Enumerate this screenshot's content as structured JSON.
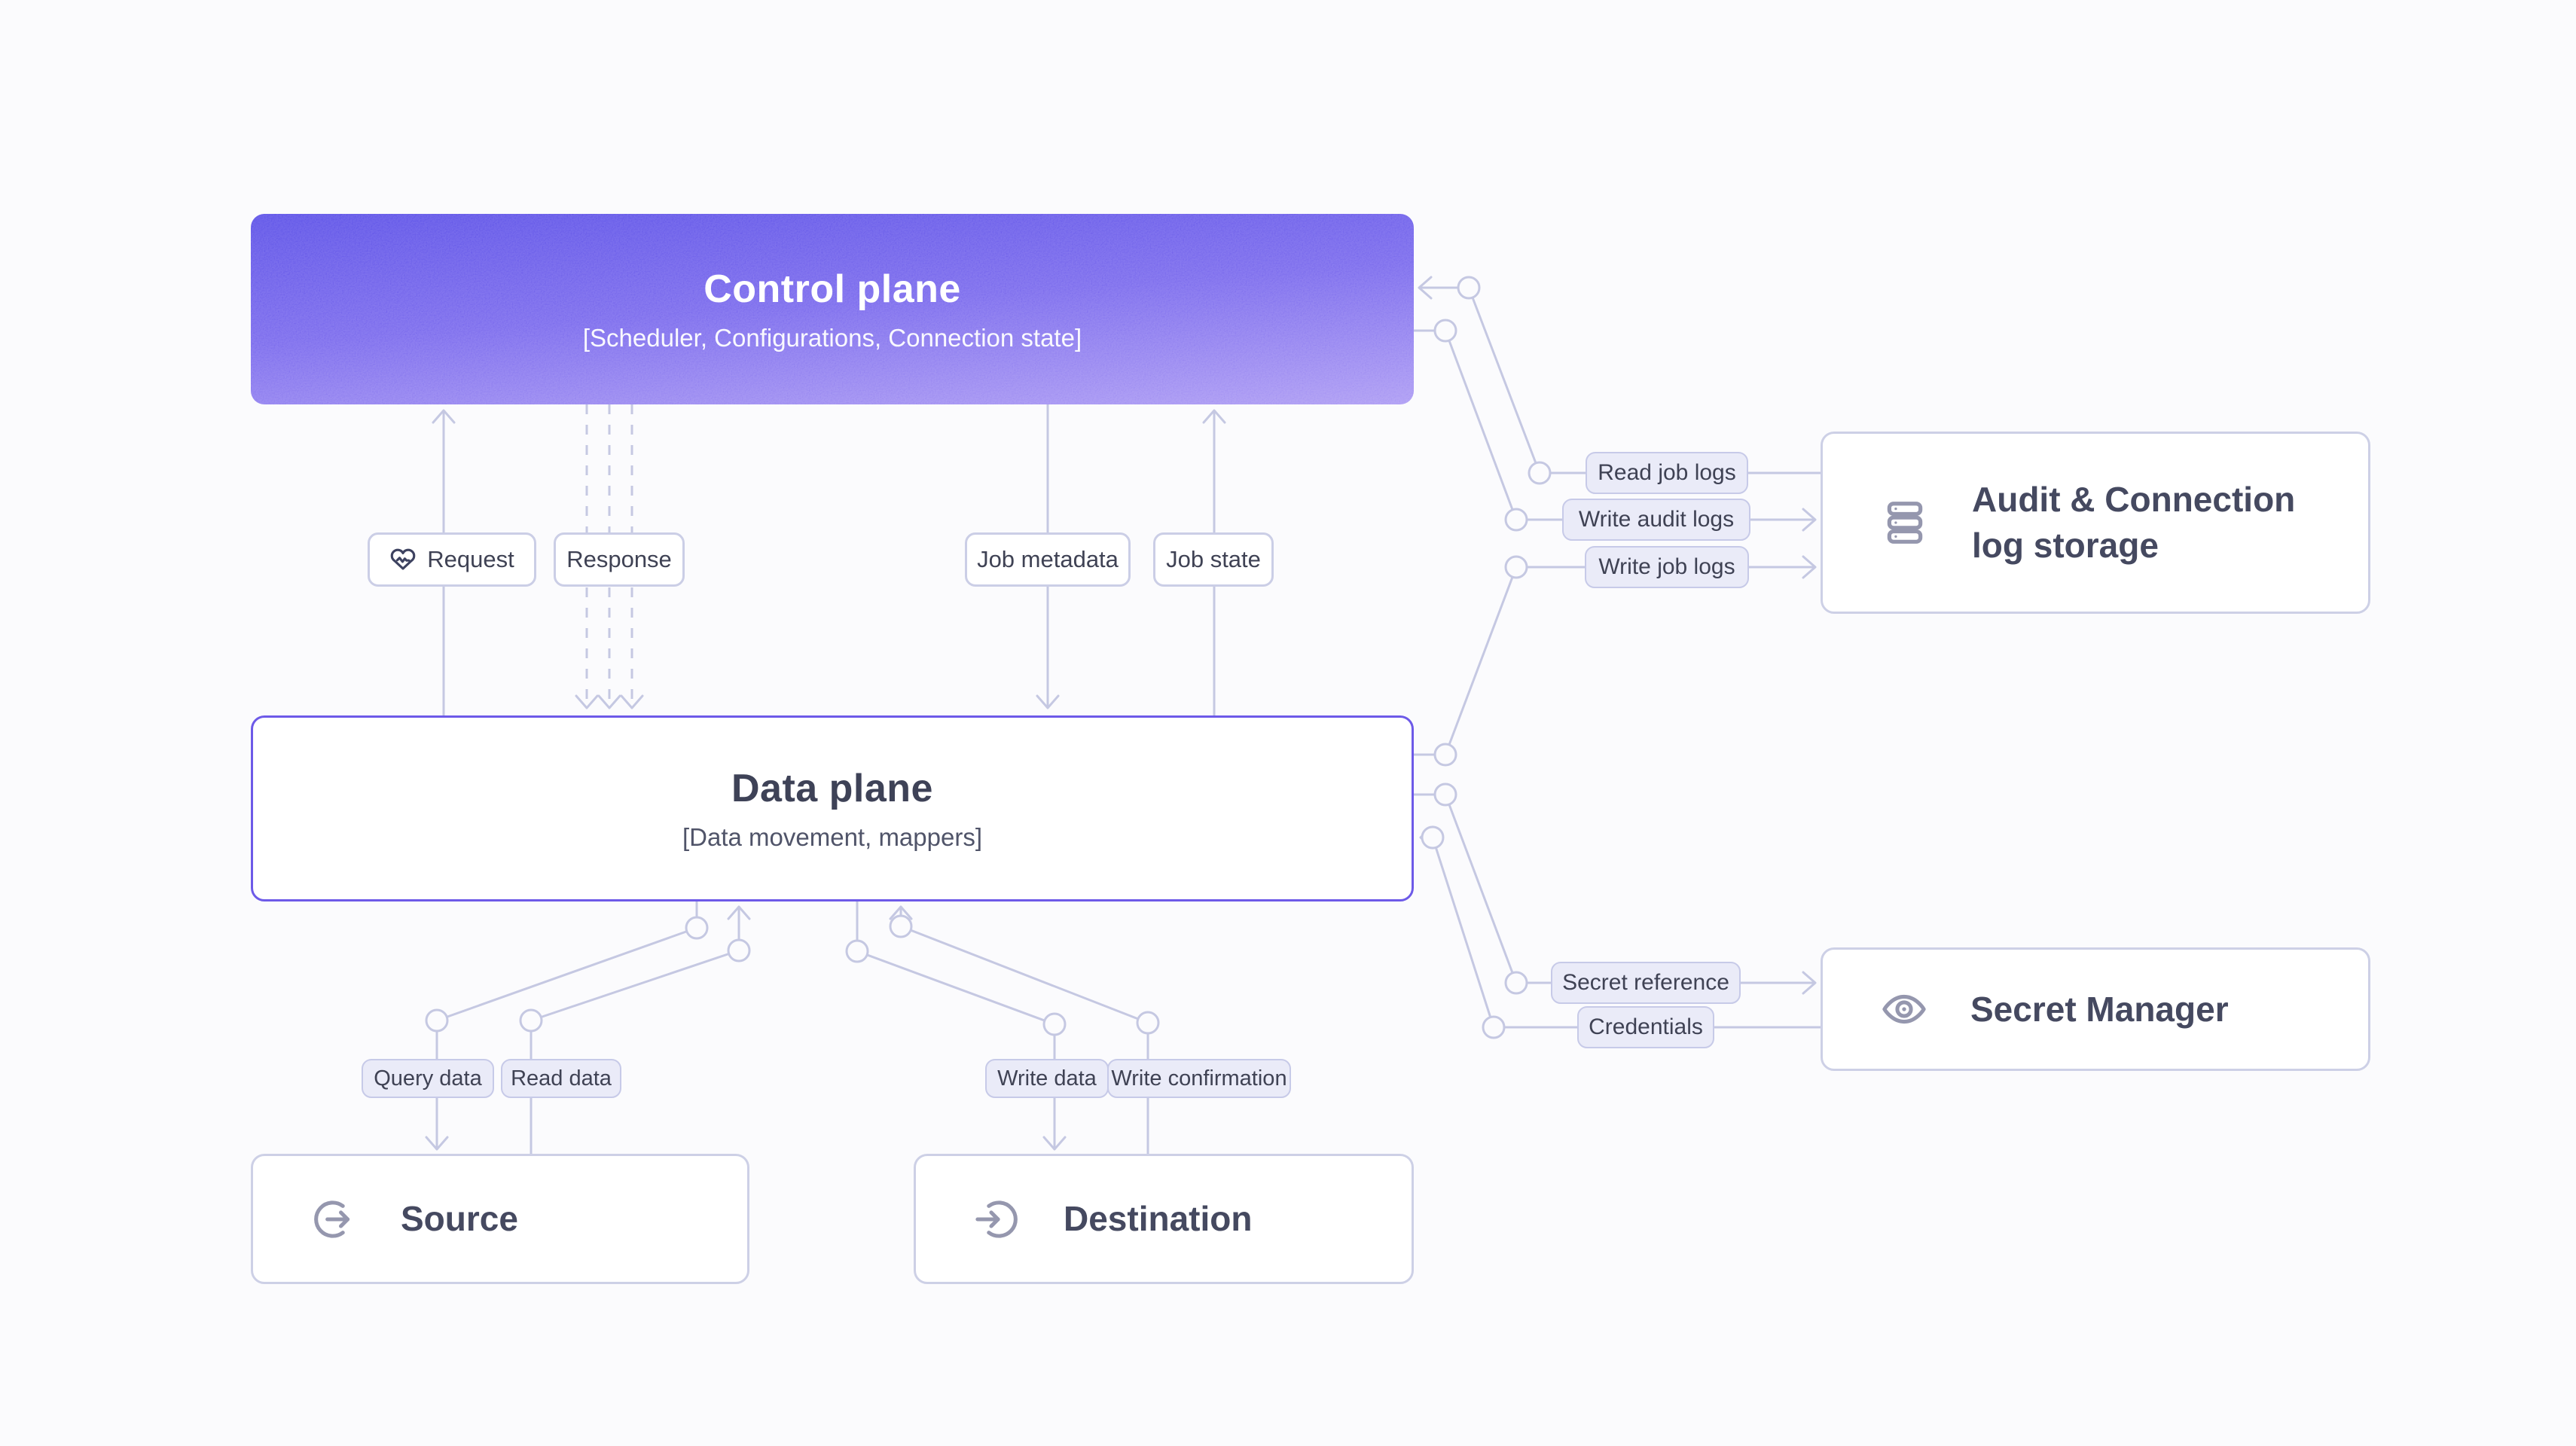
{
  "diagram": {
    "control_plane": {
      "title": "Control plane",
      "subtitle": "[Scheduler, Configurations, Connection state]"
    },
    "data_plane": {
      "title": "Data plane",
      "subtitle": "[Data movement, mappers]"
    },
    "source": {
      "label": "Source",
      "icon": "export-circle-arrow-icon"
    },
    "destination": {
      "label": "Destination",
      "icon": "import-circle-arrow-icon"
    },
    "audit_log_storage": {
      "label": "Audit & Connection log storage",
      "icon": "server-stack-icon"
    },
    "secret_manager": {
      "label": "Secret Manager",
      "icon": "eye-icon"
    },
    "edges": {
      "request": {
        "label": "Request",
        "icon": "heart-pulse-icon",
        "from": "data_plane",
        "to": "control_plane",
        "style": "solid"
      },
      "response": {
        "label": "Response",
        "from": "control_plane",
        "to": "data_plane",
        "style": "dashed-triple"
      },
      "job_metadata": {
        "label": "Job metadata",
        "from": "control_plane",
        "to": "data_plane",
        "style": "solid"
      },
      "job_state": {
        "label": "Job state",
        "from": "data_plane",
        "to": "control_plane",
        "style": "solid"
      },
      "read_job_logs": {
        "label": "Read job logs",
        "from": "audit_log_storage",
        "to": "control_plane",
        "style": "solid"
      },
      "write_audit_logs": {
        "label": "Write audit logs",
        "from": "control_plane",
        "to": "audit_log_storage",
        "style": "solid"
      },
      "write_job_logs": {
        "label": "Write job logs",
        "from": "data_plane",
        "to": "audit_log_storage",
        "style": "solid"
      },
      "secret_reference": {
        "label": "Secret reference",
        "from": "data_plane",
        "to": "secret_manager",
        "style": "solid"
      },
      "credentials": {
        "label": "Credentials",
        "from": "secret_manager",
        "to": "data_plane",
        "style": "solid"
      },
      "query_data": {
        "label": "Query data",
        "from": "data_plane",
        "to": "source",
        "style": "solid"
      },
      "read_data": {
        "label": "Read data",
        "from": "source",
        "to": "data_plane",
        "style": "solid"
      },
      "write_data": {
        "label": "Write data",
        "from": "data_plane",
        "to": "destination",
        "style": "solid"
      },
      "write_confirmation": {
        "label": "Write confirmation",
        "from": "destination",
        "to": "data_plane",
        "style": "solid"
      }
    },
    "colors": {
      "page_background": "#fbfbfd",
      "control_plane_gradient_top": "#584de6",
      "control_plane_gradient_bottom": "#a896f3",
      "data_plane_border": "#6d5ae8",
      "connector_line": "#c5c8e2",
      "service_border": "#cdd0e6",
      "pill_lavender_fill": "#eaebf8",
      "pill_lavender_border": "#c7cae8",
      "text_dark": "#3f4254",
      "icon_gray": "#9597ae"
    }
  }
}
